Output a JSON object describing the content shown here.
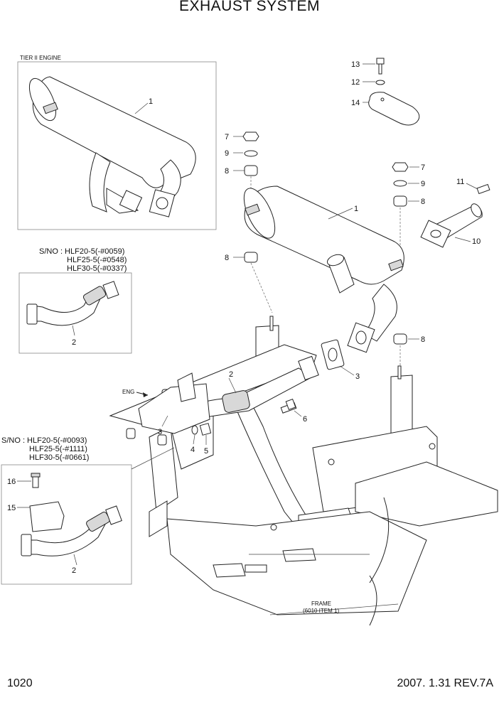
{
  "title": "EXHAUST SYSTEM",
  "page_number": "1020",
  "revision": "2007. 1.31  REV.7A",
  "inset_tier2": {
    "label": "TIER II ENGINE",
    "callout": "1"
  },
  "inset_sno1": {
    "prefix": "S/NO : HLF20-5(-#0059)",
    "line2": "HLF25-5(-#0548)",
    "line3": "HLF30-5(-#0337)",
    "callout": "2"
  },
  "inset_sno2": {
    "prefix": "S/NO : HLF20-5(-#0093)",
    "line2": "HLF25-5(-#1111)",
    "line3": "HLF30-5(-#0661)",
    "callouts": [
      "16",
      "15",
      "2"
    ]
  },
  "frame_note": {
    "line1": "FRAME",
    "line2": "(6010 ITEM 1)"
  },
  "eng_label": "ENG",
  "callouts": [
    "13",
    "12",
    "14",
    "7",
    "9",
    "8",
    "7",
    "9",
    "11",
    "8",
    "1",
    "10",
    "8",
    "8",
    "3",
    "2",
    "6",
    "3",
    "4",
    "5"
  ]
}
